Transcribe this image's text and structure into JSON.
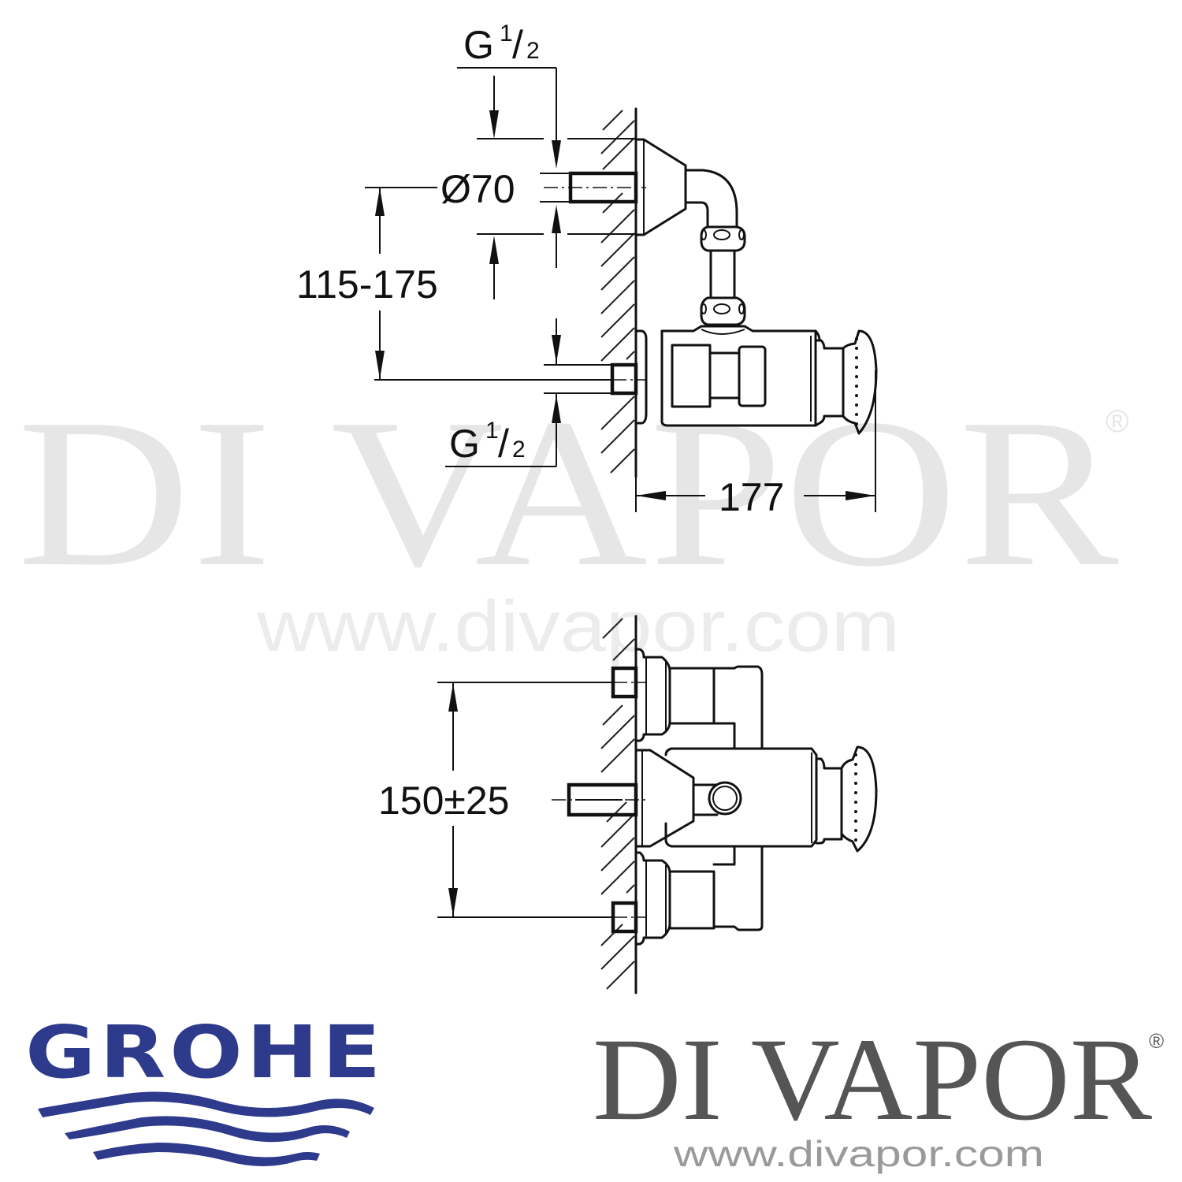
{
  "watermark": {
    "brand": "DI VAPOR",
    "registered_mark": "®",
    "url": "www.divapor.com",
    "color": "#e6e6e6"
  },
  "drawing_top": {
    "view": "side elevation",
    "dimensions": {
      "inlet_top": {
        "label": "G",
        "fraction_num": "1",
        "fraction_den": "2"
      },
      "flange_diameter": "Ø70",
      "centre_distance": "115-175",
      "inlet_bottom": {
        "label": "G",
        "fraction_num": "1",
        "fraction_den": "2"
      },
      "projection": "177"
    }
  },
  "drawing_bottom": {
    "view": "plan view",
    "dimensions": {
      "inlet_spacing": "150±25"
    }
  },
  "logos": {
    "manufacturer": {
      "name": "GROHE",
      "color": "#2e3a8c"
    },
    "retailer": {
      "name": "DI VAPOR",
      "registered_mark": "®",
      "url": "www.divapor.com",
      "name_color": "#555555",
      "url_color": "#9a9a9a"
    }
  }
}
